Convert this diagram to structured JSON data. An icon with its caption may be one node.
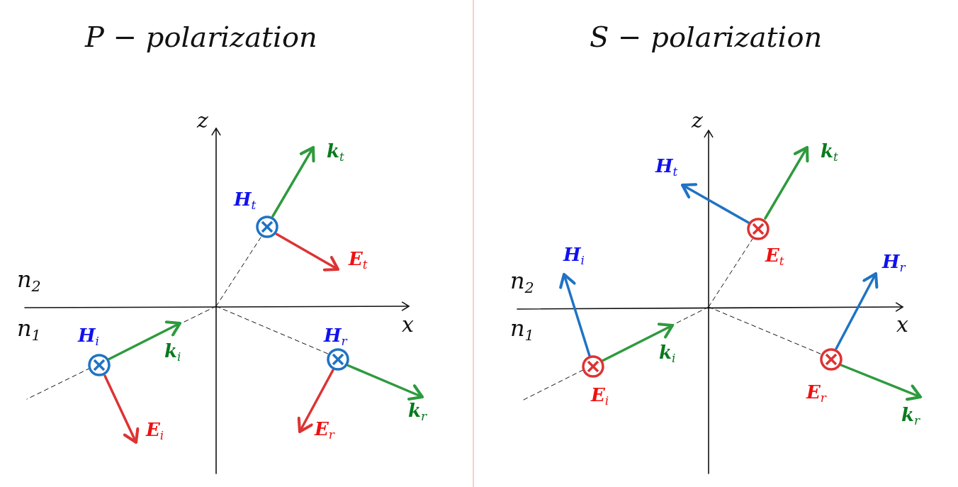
{
  "diagram": {
    "labels": [
      "P − polarization",
      "S − polarization",
      "z",
      "k$_{t}$",
      "H$_{t}$",
      "E$_{t}$",
      "n$_{2}$",
      "x",
      "n$_{1}$",
      "H$_{i}$",
      "H$_{r}$",
      "k$_{i}$",
      "k$_{r}$",
      "E$_{i}$",
      "E$_{r}$",
      "z",
      "k$_{t}$",
      "H$_{t}$",
      "H$_{i}$",
      "H$_{r}$",
      "n$_{2}$",
      "E$_{t}$",
      "x",
      "n$_{1}$",
      "k$_{i}$",
      "E$_{i}$",
      "E$_{r}$",
      "k$_{r}$"
    ]
  }
}
